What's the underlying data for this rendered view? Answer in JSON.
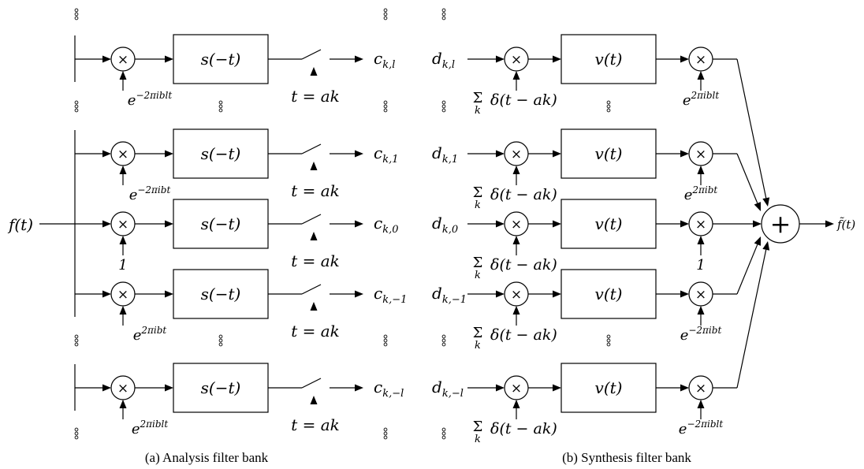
{
  "analysis": {
    "caption": "(a) Analysis filter bank",
    "input": "f(t)",
    "filter": "s(−t)",
    "sampler": "t = ak",
    "rows": [
      {
        "mod": "e−2πiblt",
        "base": "e",
        "exp": "−2πiblt",
        "out_base": "c",
        "out_sub": "k,l"
      },
      {
        "mod": "e−2πibt",
        "base": "e",
        "exp": "−2πibt",
        "out_base": "c",
        "out_sub": "k,1"
      },
      {
        "mod": "1",
        "base": "1",
        "exp": "",
        "out_base": "c",
        "out_sub": "k,0"
      },
      {
        "mod": "e2πibt",
        "base": "e",
        "exp": "2πibt",
        "out_base": "c",
        "out_sub": "k,−1"
      },
      {
        "mod": "e2πiblt",
        "base": "e",
        "exp": "2πiblt",
        "out_base": "c",
        "out_sub": "k,−l"
      }
    ]
  },
  "synthesis": {
    "caption": "(b) Synthesis filter bank",
    "output": "f̃(t)",
    "filter": "v(t)",
    "impulse_sum": "Σ",
    "impulse_sub": "k",
    "impulse_term": "δ(t − ak)",
    "rows": [
      {
        "in_base": "d",
        "in_sub": "k,l",
        "mod": "e2πiblt",
        "base": "e",
        "exp": "2πiblt"
      },
      {
        "in_base": "d",
        "in_sub": "k,1",
        "mod": "e2πibt",
        "base": "e",
        "exp": "2πibt"
      },
      {
        "in_base": "d",
        "in_sub": "k,0",
        "mod": "1",
        "base": "1",
        "exp": ""
      },
      {
        "in_base": "d",
        "in_sub": "k,−1",
        "mod": "e−2πibt",
        "base": "e",
        "exp": "−2πibt"
      },
      {
        "in_base": "d",
        "in_sub": "k,−l",
        "mod": "e−2πiblt",
        "base": "e",
        "exp": "−2πiblt"
      }
    ]
  },
  "symbols": {
    "multiply": "×",
    "sum": "+"
  }
}
